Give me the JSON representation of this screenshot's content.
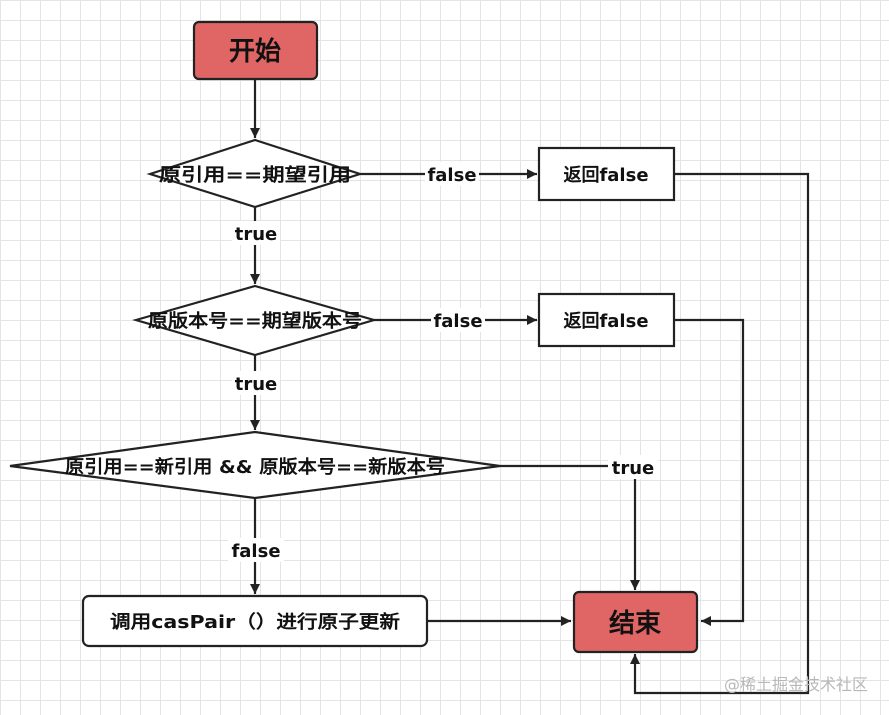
{
  "nodes": {
    "start": "开始",
    "cond1": "原引用==期望引用",
    "ret1": "返回false",
    "cond2": "原版本号==期望版本号",
    "ret2": "返回false",
    "cond3": "原引用==新引用 && 原版本号==新版本号",
    "call": "调用casPair（）进行原子更新",
    "end": "结束"
  },
  "edges": {
    "c1_false": "false",
    "c1_true": "true",
    "c2_false": "false",
    "c2_true": "true",
    "c3_true": "true",
    "c3_false": "false"
  },
  "watermark": "@稀土掘金技术社区",
  "colors": {
    "terminal_fill": "#e06666",
    "stroke": "#222222",
    "node_fill": "#ffffff"
  }
}
